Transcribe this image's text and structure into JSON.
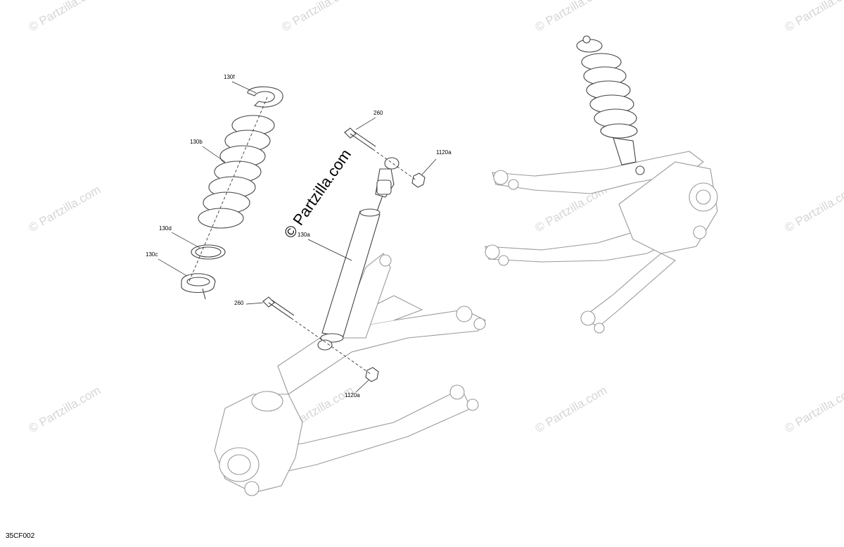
{
  "diagram": {
    "drawing_code": "35CF002",
    "brand_watermark": "© Partzilla.com",
    "callouts": {
      "spring_seat_top": "130f",
      "coil_spring": "130b",
      "spring_seat_ring": "130d",
      "adjuster_ring": "130c",
      "shock_absorber": "130a",
      "upper_bolt": "260",
      "upper_nut": "1120a",
      "lower_bolt": "260",
      "lower_nut": "1120a"
    }
  }
}
